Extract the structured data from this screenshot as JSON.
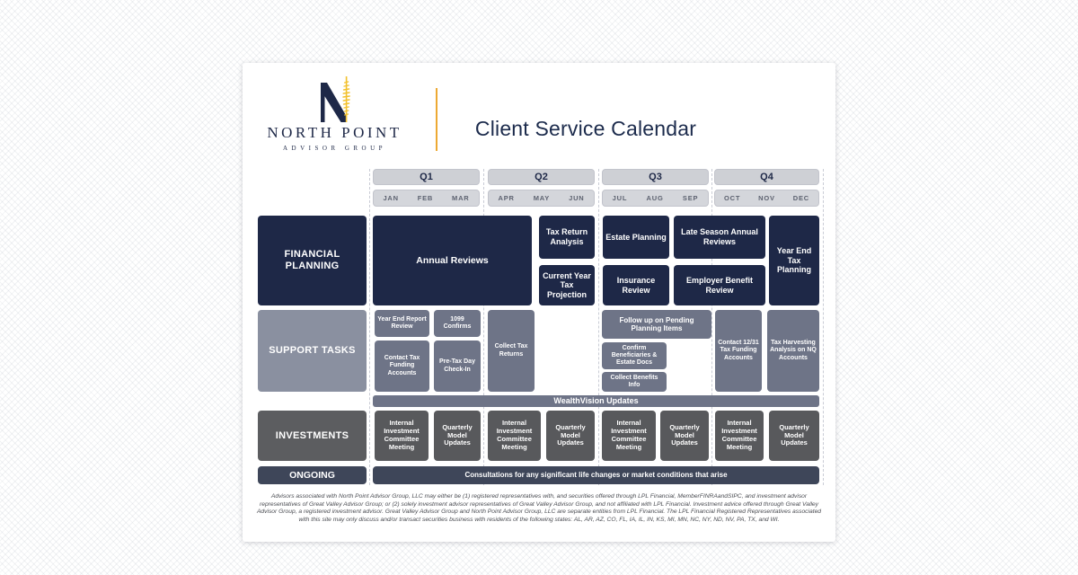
{
  "header": {
    "logo_name_line1": "NORTH POINT",
    "logo_name_line2": "ADVISOR GROUP",
    "title": "Client Service Calendar"
  },
  "colors": {
    "navy": "#1e2847",
    "gold_accent": "#eda933",
    "feather_gold": "#f2c12e",
    "support_cell": "#6e7487",
    "support_label": "#8a90a0",
    "investment_cell": "#58595c",
    "ongoing": "#3e4659",
    "pill_grey": "#ced0d5"
  },
  "quarters": [
    {
      "label": "Q1",
      "months": [
        "JAN",
        "FEB",
        "MAR"
      ]
    },
    {
      "label": "Q2",
      "months": [
        "APR",
        "MAY",
        "JUN"
      ]
    },
    {
      "label": "Q3",
      "months": [
        "JUL",
        "AUG",
        "SEP"
      ]
    },
    {
      "label": "Q4",
      "months": [
        "OCT",
        "NOV",
        "DEC"
      ]
    }
  ],
  "financial": {
    "label": "FINANCIAL PLANNING",
    "cells": [
      "Annual Reviews",
      "Tax Return Analysis",
      "Current Year Tax Projection",
      "Estate Planning",
      "Insurance Review",
      "Late Season Annual Reviews",
      "Employer Benefit Review",
      "Year End Tax Planning"
    ]
  },
  "support": {
    "label": "SUPPORT TASKS",
    "cells": [
      "Year End Report Review",
      "1099 Confirms",
      "Collect Tax Returns",
      "Contact Tax Funding Accounts",
      "Pre-Tax Day Check-In",
      "Follow up on Pending Planning Items",
      "Confirm Beneficiaries & Estate Docs",
      "Collect Benefits Info",
      "Contact 12/31 Tax Funding Accounts",
      "Tax Harvesting Analysis on NQ Accounts"
    ],
    "banner": "WealthVision Updates"
  },
  "investments": {
    "label": "INVESTMENTS",
    "cells": [
      "Internal Investment Committee Meeting",
      "Quarterly Model Updates",
      "Internal Investment Committee Meeting",
      "Quarterly Model Updates",
      "Internal Investment Committee Meeting",
      "Quarterly Model Updates",
      "Internal Investment Committee Meeting",
      "Quarterly Model Updates"
    ]
  },
  "ongoing": {
    "label": "ONGOING",
    "banner": "Consultations for any significant life changes or market conditions that arise"
  },
  "disclaimer": "Advisors associated with North Point Advisor Group, LLC may either be (1) registered representatives with, and securities offered through LPL Financial, MemberFINRAandSIPC, and investment advisor representatives of Great Valley Advisor Group; or (2) solely investment advisor representatives of Great Valley Advisor Group, and not affiliated with LPL Financial. Investment advice offered through Great Valley Advisor Group, a registered investment advisor. Great Valley Advisor Group and North Point Advisor Group, LLC are separate entities from LPL Financial. The LPL Financial Registered Representatives associated with this site may only discuss and/or transact securities business with residents of the following states: AL, AR, AZ, CO, FL, IA, IL, IN, KS, MI, MN, NC, NY, ND, NV, PA, TX, and WI."
}
